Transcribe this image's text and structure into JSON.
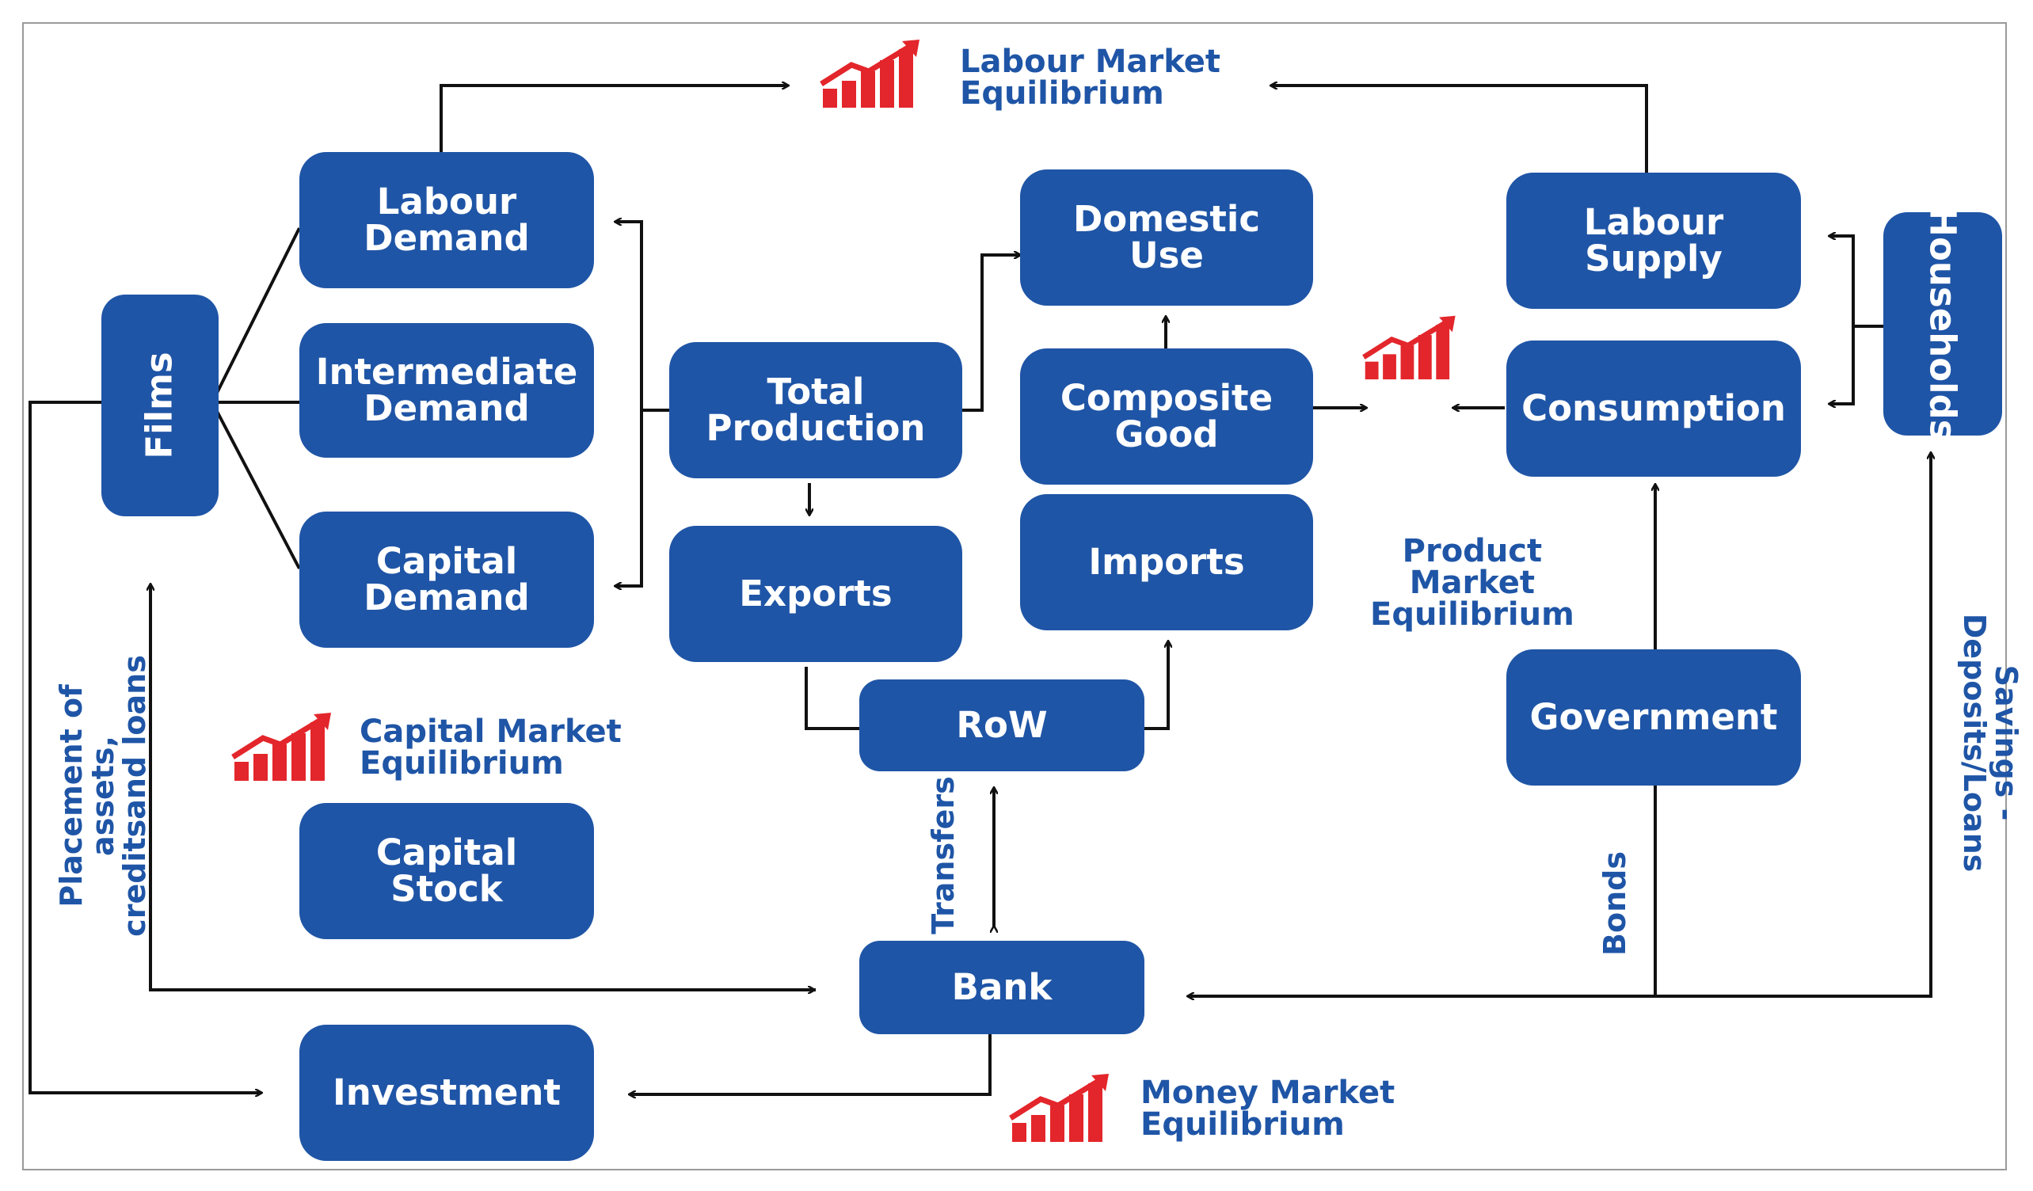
{
  "nodes": {
    "films": "Films",
    "labour_demand": "Labour\nDemand",
    "intermediate_demand": "Intermediate\nDemand",
    "capital_demand": "Capital\nDemand",
    "total_production": "Total\nProduction",
    "exports": "Exports",
    "domestic_use": "Domestic\nUse",
    "composite_good": "Composite\nGood",
    "imports": "Imports",
    "row": "RoW",
    "labour_supply": "Labour\nSupply",
    "consumption": "Consumption",
    "households": "Households",
    "government": "Government",
    "capital_stock": "Capital\nStock",
    "bank": "Bank",
    "investment": "Investment"
  },
  "equilibria": {
    "labour_market": "Labour Market\nEquilibrium",
    "capital_market": "Capital Market\nEquilibrium",
    "product_market": "Product\nMarket\nEquilibrium",
    "money_market": "Money Market\nEquilibrium"
  },
  "edge_labels": {
    "placement": "Placement of assets,\ncreditsand loans",
    "transfers": "Transfers",
    "bonds": "Bonds",
    "savings": "Savings - Deposits/Loans"
  },
  "icon": "growth-bar-chart-icon",
  "colors": {
    "box": "#1f55a6",
    "text": "#1f55a6",
    "icon": "#e3262b",
    "line": "#111111"
  }
}
